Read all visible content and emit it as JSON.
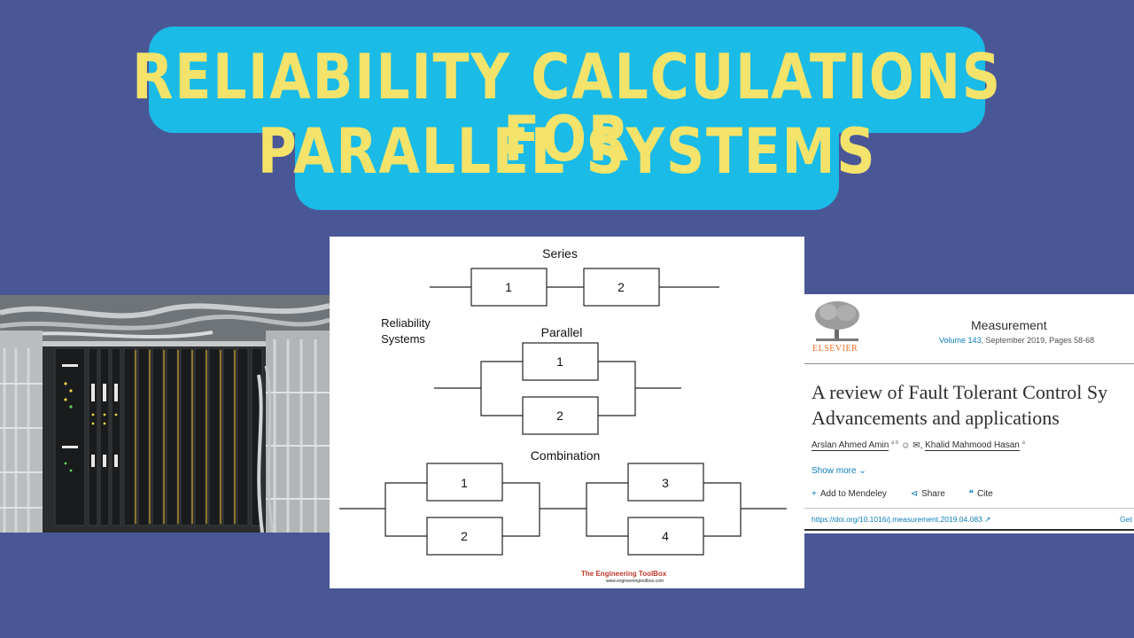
{
  "title": {
    "line1": "RELIABILITY CALCULATIONS FOR",
    "line2": "PARALLEL SYSTEMS"
  },
  "diagram": {
    "heading": "Reliability",
    "heading2": "Systems",
    "series_label": "Series",
    "parallel_label": "Parallel",
    "combination_label": "Combination",
    "blocks": {
      "b1": "1",
      "b2": "2",
      "b3": "3",
      "b4": "4"
    },
    "credit": "The Engineering ToolBox",
    "credit_url": "www.engineeringtoolbox.com"
  },
  "paper": {
    "publisher": "ELSEVIER",
    "journal": "Measurement",
    "volume_link": "Volume 143",
    "volume_rest": ", September 2019, Pages 58-68",
    "title_line1": "A review of Fault Tolerant Control Sy",
    "title_line2": "Advancements and applications",
    "author1": "Arslan Ahmed Amin",
    "author1_aff": "a b",
    "author2": "Khalid Mahmood Hasan",
    "author2_aff": "a",
    "show_more": "Show more",
    "add_mendeley": "Add to Mendeley",
    "share": "Share",
    "cite": "Cite",
    "doi": "https://doi.org/10.1016/j.measurement.2019.04.083",
    "get": "Get"
  },
  "colors": {
    "background": "#4a5797",
    "banner": "#1abbe6",
    "title_text": "#f3e36a",
    "elsevier_orange": "#f36d21",
    "link_blue": "#0c7dbb"
  }
}
